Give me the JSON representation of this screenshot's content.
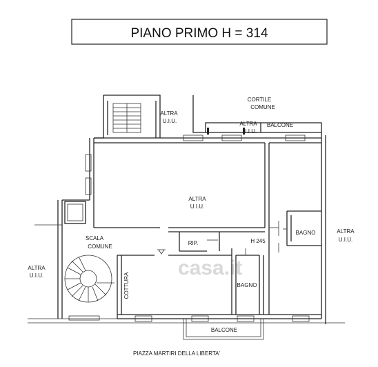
{
  "title": "PIANO PRIMO  H = 314",
  "labels": {
    "cortile_1": "CORTILE",
    "cortile_2": "COMUNE",
    "altra_nw_1": "ALTRA",
    "altra_nw_2": "U.I.U.",
    "altra_n_1": "ALTRA",
    "altra_n_2": "U.I.U.",
    "balcone_n": "BALCONE",
    "altra_c_1": "ALTRA",
    "altra_c_2": "U.I.U.",
    "altra_e_1": "ALTRA",
    "altra_e_2": "U.I.U.",
    "altra_w_1": "ALTRA",
    "altra_w_2": "U.I.U.",
    "scala_1": "SCALA",
    "scala_2": "COMUNE",
    "rip": "RIP.",
    "h245": "H 245",
    "bagno_1": "BAGNO",
    "bagno_2": "BAGNO",
    "cottura": "COTTURA",
    "balcone_s": "BALCONE",
    "street": "PIAZZA MARTIRI DELLA LIBERTA'"
  },
  "watermark": "casa.it"
}
